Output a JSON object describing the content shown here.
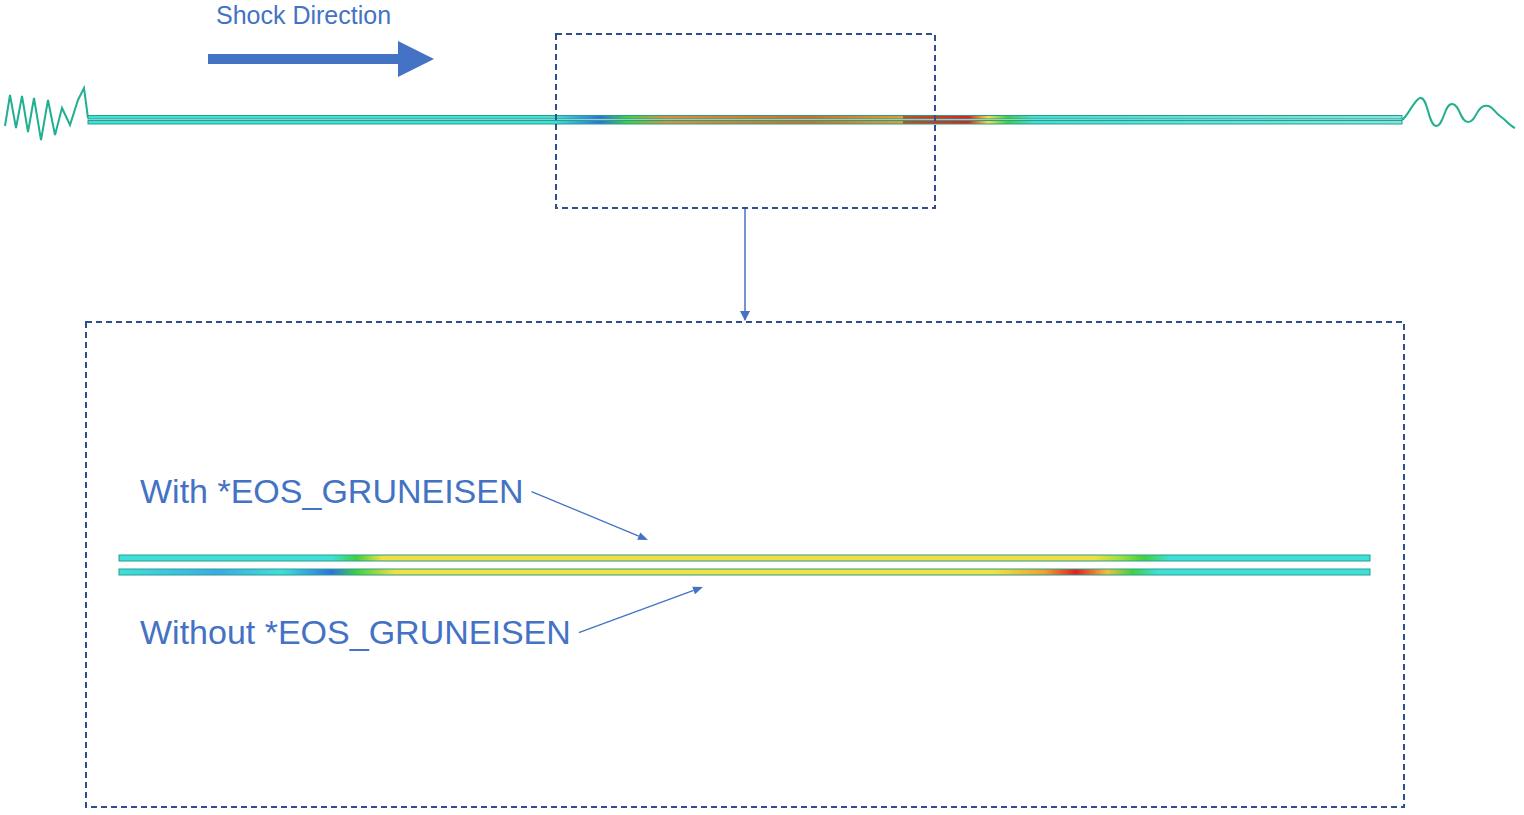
{
  "diagram": {
    "labels": [
      "Shock Direction",
      "With *EOS_GRUNEISEN",
      "Without *EOS_GRUNEISEN"
    ]
  }
}
